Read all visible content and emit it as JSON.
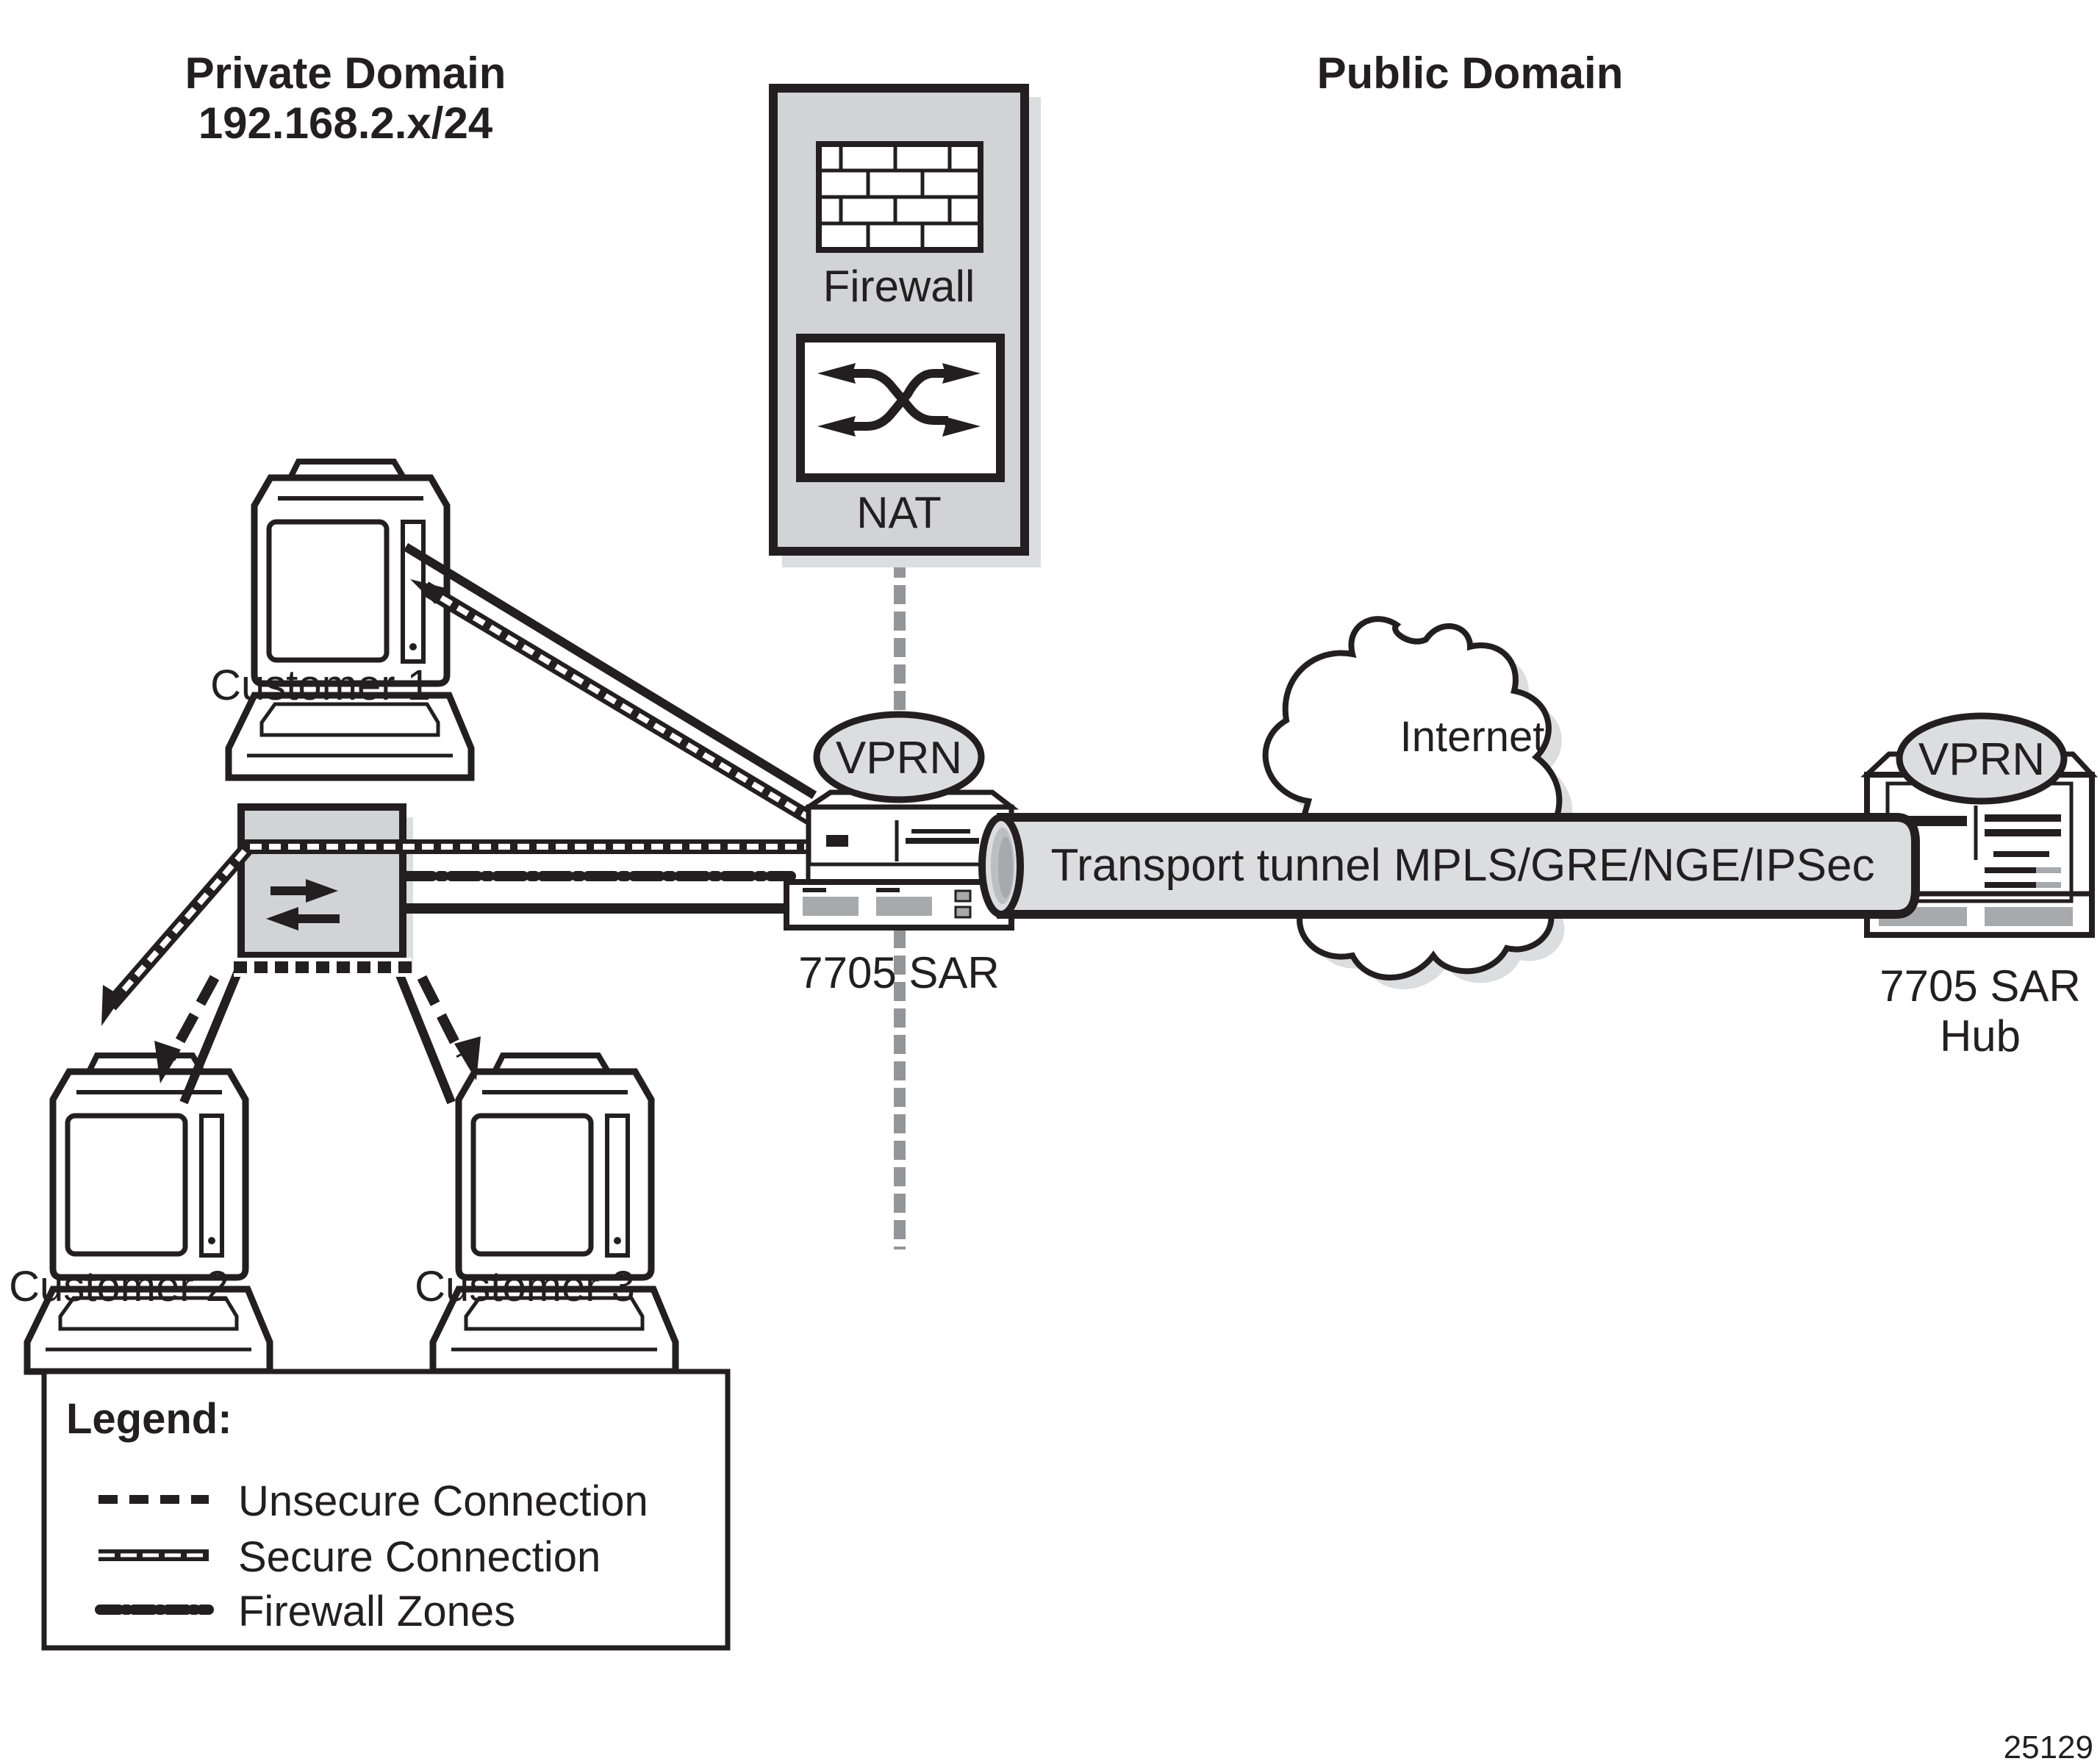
{
  "domains": {
    "private": {
      "title": "Private Domain",
      "subnet": "192.168.2.x/24"
    },
    "public": {
      "title": "Public Domain"
    }
  },
  "nodes": {
    "firewall_label": "Firewall",
    "nat_label": "NAT",
    "customer1": "Customer 1",
    "customer2": "Customer 2",
    "customer3": "Customer 3",
    "sar_vprn": "VPRN",
    "sar_label": "7705 SAR",
    "hub_vprn": "VPRN",
    "hub_label_line1": "7705 SAR",
    "hub_label_line2": "Hub",
    "internet": "Internet",
    "tunnel": "Transport tunnel MPLS/GRE/NGE/IPSec"
  },
  "legend": {
    "title": "Legend:",
    "items": [
      {
        "style": "unsecure",
        "label": "Unsecure Connection"
      },
      {
        "style": "secure",
        "label": "Secure Connection"
      },
      {
        "style": "firewall-zones",
        "label": "Firewall Zones"
      }
    ]
  },
  "figure_id": "25129",
  "colors": {
    "ink": "#231f20",
    "fill_gray": "#d1d3d4",
    "shadow_gray": "#dcdddf",
    "mid_gray": "#a7a9ac",
    "line_gray": "#939598"
  }
}
